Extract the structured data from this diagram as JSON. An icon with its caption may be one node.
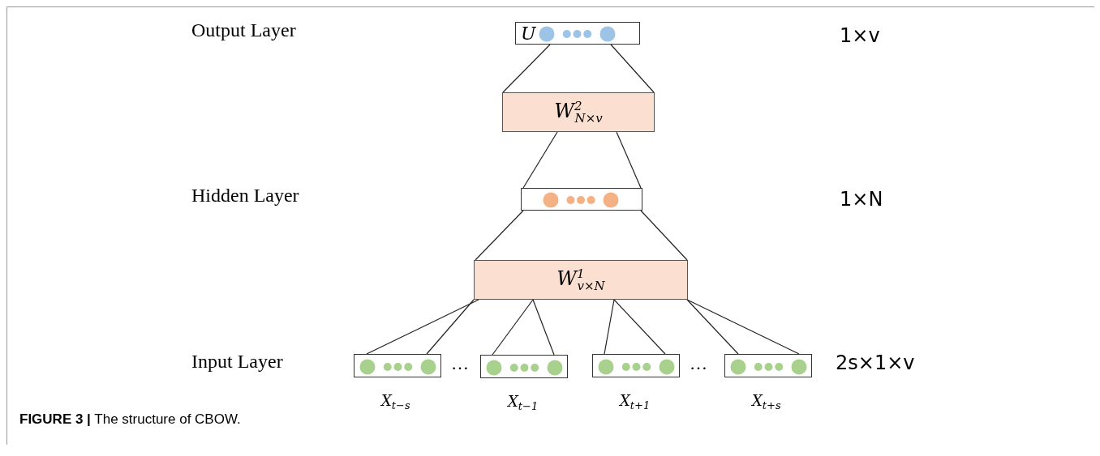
{
  "diagram": {
    "caption": "**FIGURE 3 |** The structure of CBOW.",
    "nodes": [
      {
        "text": [
          "U"
        ]
      },
      {
        "text": [
          "W$^{2}$$_{N×v}$"
        ]
      },
      {
        "text": [],
        "shape": "box"
      },
      {
        "text": [
          "W$^{1}$$_{v×N}$"
        ]
      },
      {
        "text": [],
        "shape": "box",
        "beside": [
          "X$_{t−s}$"
        ]
      },
      {
        "text": [],
        "shape": "box",
        "beside": [
          "X$_{t−1}$"
        ]
      },
      {
        "text": [],
        "shape": "box",
        "beside": [
          "X$_{t+1}$"
        ]
      },
      {
        "text": [],
        "shape": "box",
        "beside": [
          "X$_{t+s}$"
        ]
      }
    ],
    "edges": [
      {
        "from": 0,
        "to": 1,
        "arrow": "none"
      },
      {
        "from": 0,
        "to": 1,
        "arrow": "none"
      },
      {
        "from": 1,
        "to": 2,
        "arrow": "none"
      },
      {
        "from": 1,
        "to": 2,
        "arrow": "none"
      },
      {
        "from": 2,
        "to": 3,
        "arrow": "none"
      },
      {
        "from": 2,
        "to": 3,
        "arrow": "none"
      },
      {
        "from": 3,
        "to": 4,
        "arrow": "none"
      },
      {
        "from": 3,
        "to": 4,
        "arrow": "none"
      },
      {
        "from": 3,
        "to": 5,
        "arrow": "none"
      },
      {
        "from": 3,
        "to": 5,
        "arrow": "none"
      },
      {
        "from": 3,
        "to": 6,
        "arrow": "none"
      },
      {
        "from": 3,
        "to": 6,
        "arrow": "none"
      },
      {
        "from": 3,
        "to": 7,
        "arrow": "none"
      },
      {
        "from": 3,
        "to": 7,
        "arrow": "none"
      }
    ],
    "labels": [
      "Output Layer",
      "1×v",
      "Hidden Layer",
      "1×N",
      "Input Layer",
      "…",
      "…",
      "2s×1×v"
    ]
  }
}
